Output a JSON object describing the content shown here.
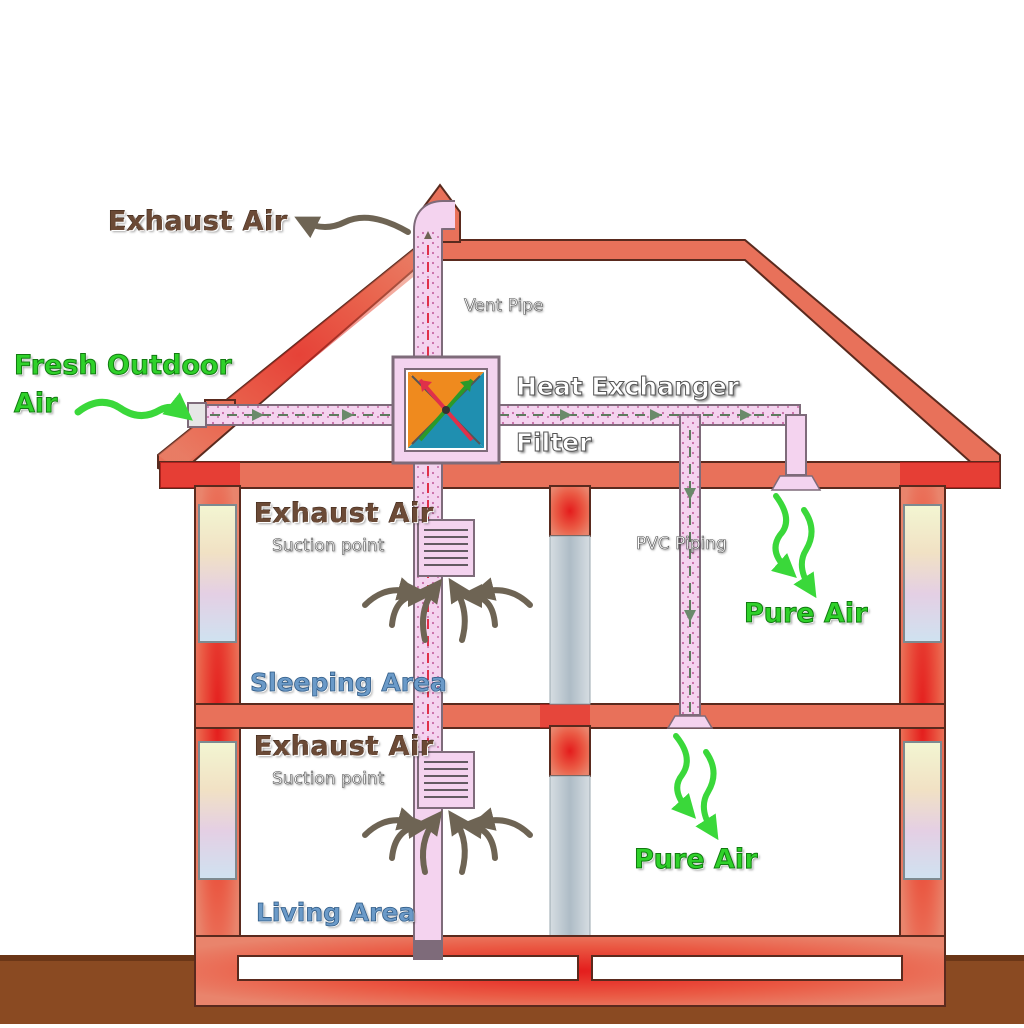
{
  "labels": {
    "exhaust_air_top": "Exhaust Air",
    "vent_pipe": "Vent Pipe",
    "fresh_outdoor_air_line1": "Fresh Outdoor",
    "fresh_outdoor_air_line2": "Air",
    "heat_exchanger": "Heat Exchanger",
    "filter": "Filter",
    "exhaust_air_upper": "Exhaust Air",
    "suction_point_upper": "Suction point",
    "pvc_piping": "PVC Piping",
    "pure_air_upper": "Pure Air",
    "sleeping_area": "Sleeping Area",
    "exhaust_air_lower": "Exhaust Air",
    "suction_point_lower": "Suction point",
    "pure_air_lower": "Pure Air",
    "living_area": "Living Area"
  },
  "colors": {
    "wall": "#e8715a",
    "wall_glow": "#e81818",
    "pipe": "#f4d3ef",
    "fresh_air": "#3ad83a",
    "exhaust_arrow": "#6e6454",
    "ground": "#8a4a22"
  }
}
